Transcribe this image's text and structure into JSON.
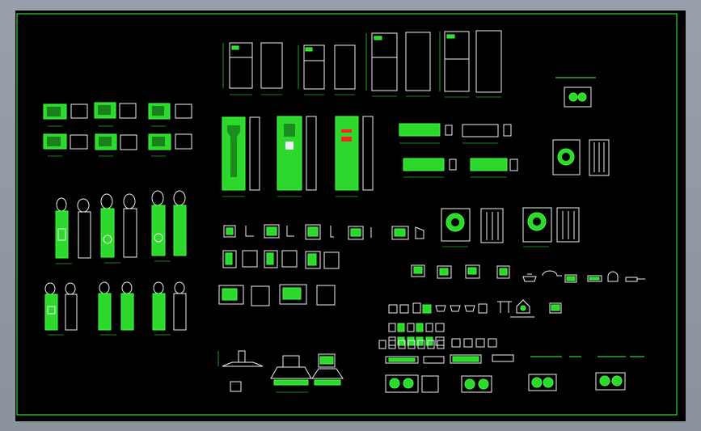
{
  "drawing": {
    "background_color": "#000000",
    "frame_color": "#3cff3c",
    "symbol_color": "#3cff3c",
    "outline_color": "#f0f0f0",
    "accent_color": "#ff2020"
  },
  "blocks": {
    "microwaves": "microwave-oven-symbols",
    "water_dispensers": "water-dispenser-symbols",
    "refrigerators": "refrigerator-symbols",
    "air_conditioners": "air-conditioner-symbols",
    "washing_machines": "washing-machine-symbols",
    "small_appliances": "small-appliance-symbols",
    "range_hoods": "range-hood-symbols",
    "cooktops": "gas-cooktop-symbols"
  }
}
